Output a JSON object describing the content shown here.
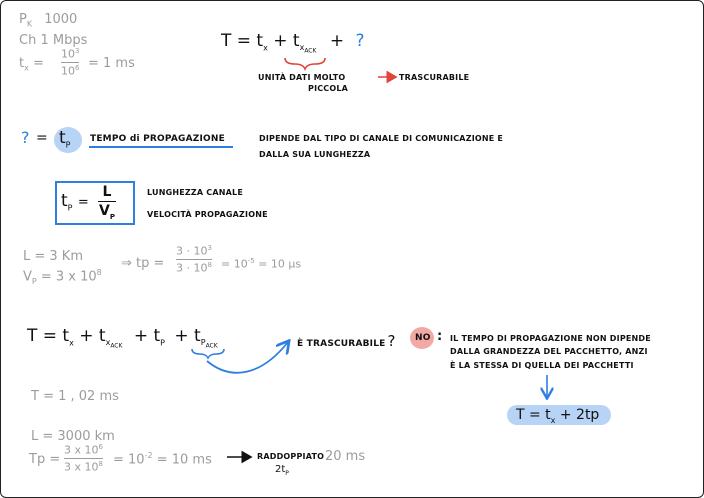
{
  "top_left": {
    "pk": "P",
    "pk_sub": "K",
    "pk_val": "1000",
    "ch": "Ch  1 Mbps",
    "tx": "t",
    "tx_sub": "x",
    "tx_eq": "=",
    "tx_num": "10",
    "tx_num_sup": "3",
    "tx_den": "10",
    "tx_den_sup": "6",
    "tx_res": "= 1 ms"
  },
  "formula1": {
    "T": "T = t",
    "x_sub": "x",
    "plus1": "+ t",
    "xack_sub": "x",
    "ack_sub": "ACK",
    "plus2": "+",
    "q": "?",
    "note_a": "UNITÀ  DATI  MOLTO",
    "note_b": "PICCOLA",
    "note_c": "TRASCURABILE"
  },
  "propagation": {
    "q": "?",
    "eq": "=",
    "tp": "t",
    "tp_sub": "P",
    "title": "TEMPO di PROPAGAZIONE",
    "desc1": "DIPENDE  DAL  TIPO  DI  CANALE  DI  COMUNICAZIONE  E",
    "desc2": "DALLA  SUA  LUNGHEZZA"
  },
  "box": {
    "tp": "t",
    "tp_sub": "P",
    "eq": "=",
    "num": "L",
    "den": "V",
    "den_sub": "P",
    "label1": "LUNGHEZZA  CANALE",
    "label2": "VELOCITÀ  PROPAGAZIONE"
  },
  "example1": {
    "L": "L = 3 Km",
    "V": "V",
    "V_sub": "P",
    "V_val": "= 3 x 10",
    "V_sup": "8",
    "arrow": "⇒ tp =",
    "num": "3 · 10",
    "num_sup": "3",
    "den": "3 · 10",
    "den_sup": "8",
    "res": "= 10",
    "res_sup": "-5",
    "res2": "= 10 µs"
  },
  "formula2": {
    "T": "T = t",
    "x_sub": "x",
    "plus1": "+ t",
    "xack_sub": "x",
    "ack_sub": "ACK",
    "plus2": "+  t",
    "p_sub": "P",
    "plus3": "+ t",
    "p2_sub": "P",
    "pack_sub": "ACK",
    "question": "È  TRASCURABILE",
    "qmark": "?",
    "no": "NO",
    "colon": ":",
    "ans1": "IL  TEMPO  DI  PROPAGAZIONE  NON  DIPENDE",
    "ans2": "DALLA  GRANDEZZA  DEL  PACCHETTO, ANZI",
    "ans3": "È  LA  STESSA  DI  QUELLA  DEI  PACCHETTI",
    "result": "T =  t",
    "result_sub": "x",
    "result_tail": "+ 2tp"
  },
  "example2": {
    "T": "T = 1 , 02  ms",
    "L": "L = 3000 km",
    "Tp": "Tp =",
    "num": "3 x 10",
    "num_sup": "6",
    "den": "3 x 10",
    "den_sup": "8",
    "res": "= 10",
    "res_sup": "-2",
    "res2": "= 10 ms",
    "double": "RADDOPPIATO",
    "double_under": "2t",
    "double_under_sub": "P",
    "double_val": "20  ms"
  },
  "colors": {
    "ink": "#111111",
    "pencil_gray": "#9c9c9c",
    "accent_blue": "#2f7fe0",
    "highlight_blue": "#b7d3f6",
    "brace_red": "#e0443a",
    "no_red": "#f2a8a4"
  }
}
